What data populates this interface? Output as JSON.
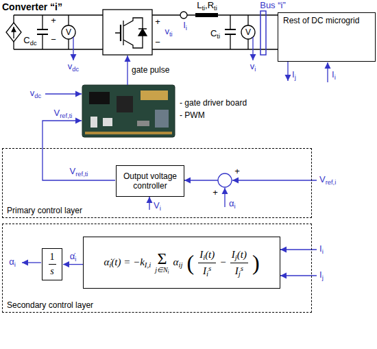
{
  "diagram": {
    "title": "Converter “i”",
    "nodes": [
      {
        "text": [
          "Rest of DC microgrid"
        ]
      },
      {
        "text": [
          "Primary control layer"
        ]
      },
      {
        "text": [
          "Output voltage controller"
        ],
        "in": 1
      },
      {
        "text": [
          "Secondary control layer"
        ]
      },
      {
        "text": [
          "1",
          "s"
        ],
        "in": 3
      },
      {
        "text": [
          "α̇i(t) = −kI,i",
          "Σ",
          "j∈Ni",
          "αij",
          "(",
          "Ii(t)",
          "Iis",
          "−",
          "Ij(t)",
          "Ijs",
          ")"
        ],
        "in": 3
      }
    ],
    "edges": [
      {
        "from": 5,
        "to": 4,
        "arrow": "to",
        "label": "α̇i"
      }
    ],
    "labels": [
      "Bus “i”",
      "Cdc",
      "+",
      "−",
      "V",
      "vdc",
      "+",
      "−",
      "vti",
      "Ii",
      "Lti,Rti",
      "Cti",
      "V",
      "vi",
      "Ij",
      "Ii",
      "gate pulse",
      "vdc",
      "Vref,ti",
      "- gate driver board",
      "- PWM",
      "Vref,ti",
      "+",
      "+",
      "Vref,i",
      "αi",
      "Vi",
      "αi",
      "Ii",
      "Ij"
    ]
  }
}
